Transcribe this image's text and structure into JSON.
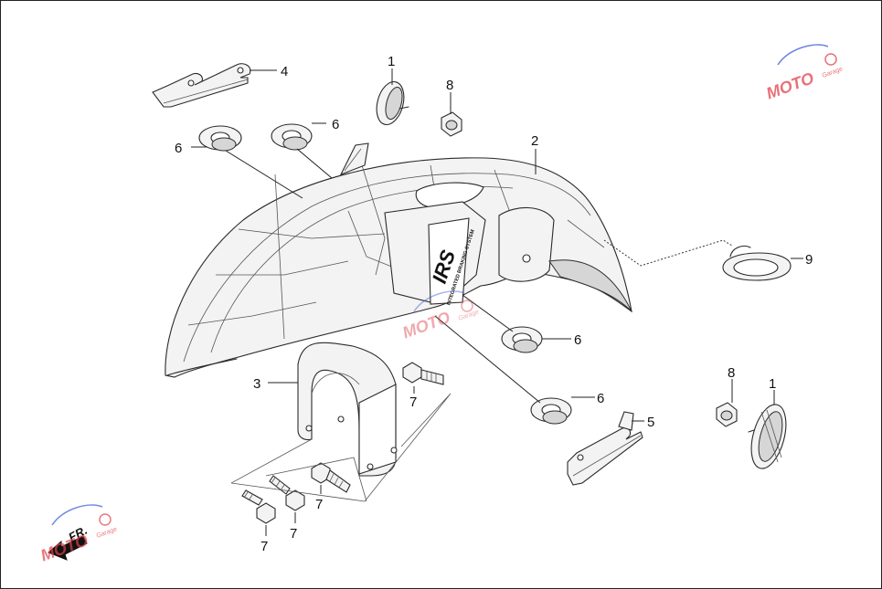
{
  "callouts": {
    "c1_top": "1",
    "c1_right": "1",
    "c2": "2",
    "c3": "3",
    "c4": "4",
    "c5": "5",
    "c6_a": "6",
    "c6_b": "6",
    "c6_c": "6",
    "c6_d": "6",
    "c7_a": "7",
    "c7_b": "7",
    "c7_c": "7",
    "c7_d": "7",
    "c8_top": "8",
    "c8_right": "8",
    "c9": "9"
  },
  "fender_logo": {
    "main": "IRS",
    "sub": "INTEGRATED BRAKING SYSTEM"
  },
  "direction_marker": {
    "label": "FR."
  },
  "watermark": {
    "text": "MOTO",
    "sub": "Garage"
  },
  "colors": {
    "line": "#2a2a2a",
    "shade": "#d6d6d6",
    "watermark_red": "#e0424b",
    "watermark_blue": "#3b5bd6"
  }
}
